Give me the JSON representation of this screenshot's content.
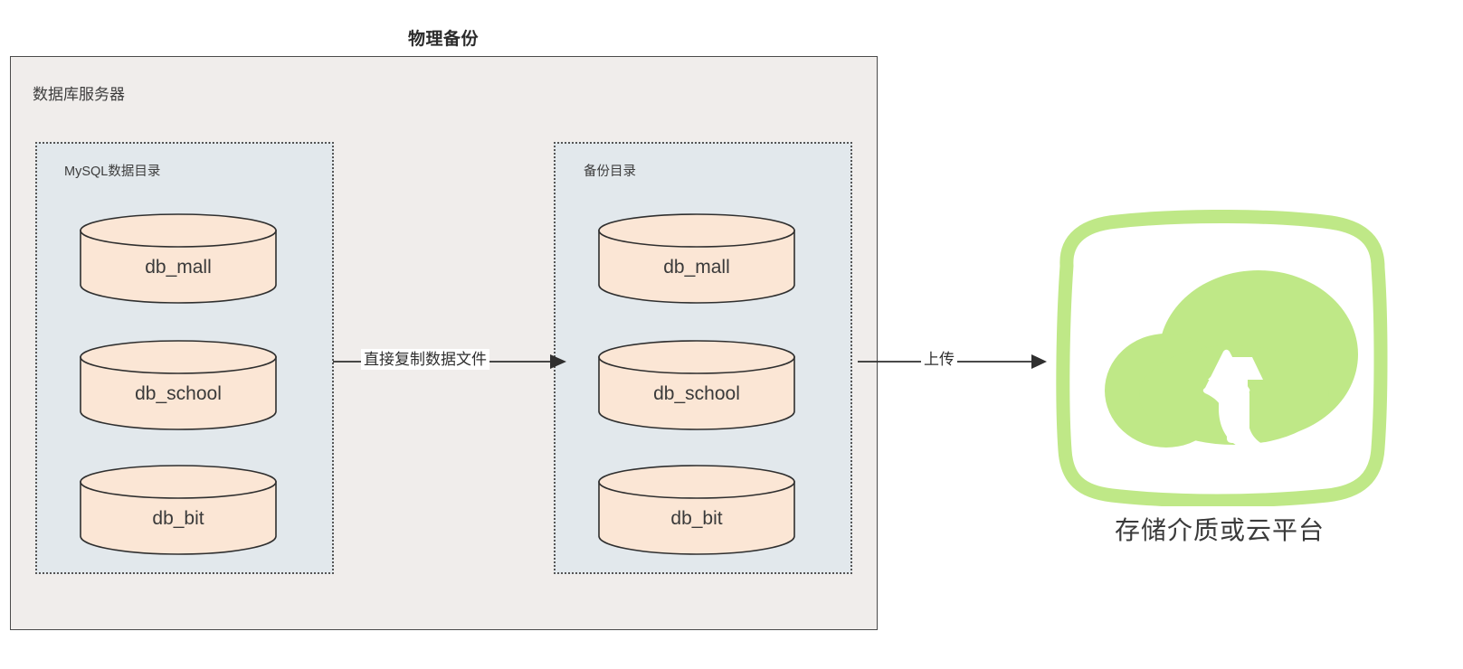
{
  "diagram": {
    "title": "物理备份",
    "type": "flow-diagram"
  },
  "server": {
    "label": "数据库服务器",
    "bg_color": "#f0edeb",
    "border_color": "#4a4a4a"
  },
  "directories": {
    "bg_color": "#e2e8ec",
    "border_color": "#555555",
    "source": {
      "label": "MySQL数据目录",
      "databases": [
        {
          "name": "db_mall"
        },
        {
          "name": "db_school"
        },
        {
          "name": "db_bit"
        }
      ]
    },
    "backup": {
      "label": "备份目录",
      "databases": [
        {
          "name": "db_mall"
        },
        {
          "name": "db_school"
        },
        {
          "name": "db_bit"
        }
      ]
    }
  },
  "cylinder_style": {
    "fill_color": "#fbe6d5",
    "stroke_color": "#2f2f2f"
  },
  "arrows": [
    {
      "id": "copy",
      "label": "直接复制数据文件",
      "from": "MySQL数据目录",
      "to": "备份目录"
    },
    {
      "id": "upload",
      "label": "上传",
      "from": "数据库服务器",
      "to": "存储介质或云平台"
    }
  ],
  "target": {
    "caption": "存储介质或云平台",
    "icon": "cloud-upload-icon",
    "accent_color": "#bfe887"
  }
}
